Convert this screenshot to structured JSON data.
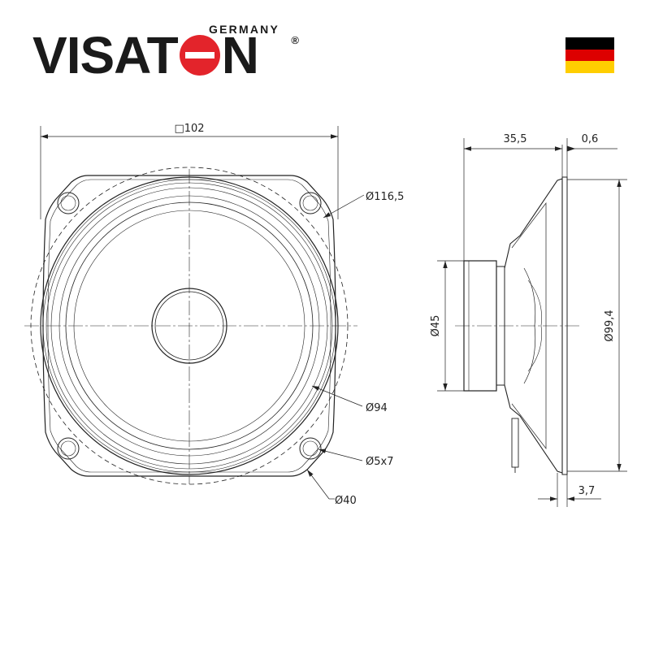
{
  "brand": {
    "name_pre": "VISAT",
    "name_post": "N",
    "subtitle": "GERMANY",
    "reg_mark": "®"
  },
  "flag": {
    "country": "Germany",
    "colors": [
      "#000000",
      "#dd0000",
      "#ffce00"
    ]
  },
  "front_view": {
    "square_width": "□102",
    "outer_diameter": "Ø116,5",
    "cone_diameter": "Ø94",
    "mounting_holes": "Ø5x7",
    "dustcap_diameter": "Ø40"
  },
  "side_view": {
    "depth": "35,5",
    "flange_thickness": "0,6",
    "magnet_diameter": "Ø45",
    "mounting_diameter": "Ø99,4",
    "front_offset": "3,7"
  }
}
